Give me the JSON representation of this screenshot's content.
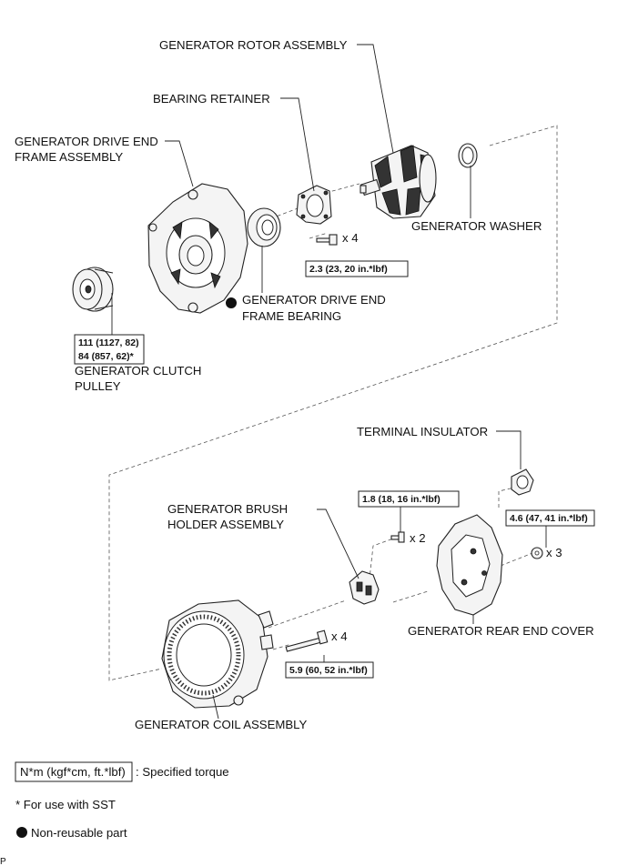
{
  "labels": {
    "rotor": "GENERATOR ROTOR ASSEMBLY",
    "bearing_retainer": "BEARING RETAINER",
    "drive_end_frame_1": "GENERATOR DRIVE END",
    "drive_end_frame_2": "FRAME ASSEMBLY",
    "washer": "GENERATOR WASHER",
    "drive_end_bearing_1": "GENERATOR DRIVE END",
    "drive_end_bearing_2": "FRAME BEARING",
    "clutch_pulley_1": "GENERATOR CLUTCH",
    "clutch_pulley_2": "PULLEY",
    "terminal_insulator": "TERMINAL INSULATOR",
    "brush_holder_1": "GENERATOR BRUSH",
    "brush_holder_2": "HOLDER ASSEMBLY",
    "rear_end_cover": "GENERATOR REAR END COVER",
    "coil_assembly": "GENERATOR COIL ASSEMBLY"
  },
  "torques": {
    "retainer_screw": "2.3 (23, 20 in.*lbf)",
    "pulley_line1": "111 (1127, 82)",
    "pulley_line2": "84 (857, 62)*",
    "brush_screw": "1.8 (18, 16 in.*lbf)",
    "cover_nut": "4.6 (47, 41 in.*lbf)",
    "through_bolt": "5.9 (60, 52 in.*lbf)"
  },
  "quantities": {
    "retainer_screw": "x 4",
    "brush_screw": "x 2",
    "cover_nut": "x 3",
    "through_bolt": "x 4"
  },
  "legend": {
    "torque_unit": "N*m (kgf*cm, ft.*lbf)",
    "torque_desc": ": Specified torque",
    "sst_note": "* For use with SST",
    "non_reusable": "Non-reusable part"
  },
  "footer_code": "P"
}
